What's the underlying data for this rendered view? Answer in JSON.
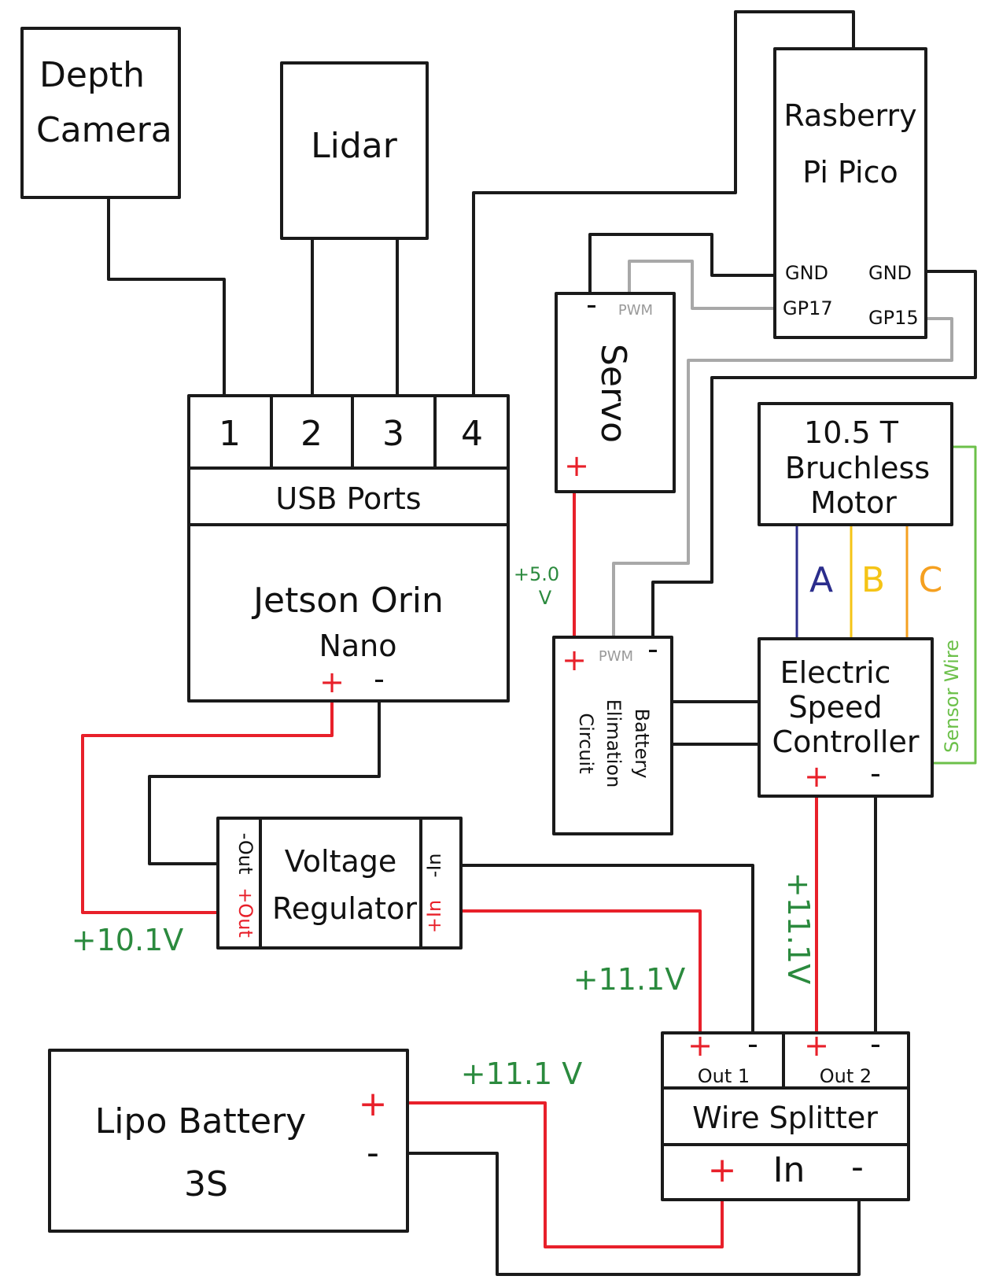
{
  "components": {
    "depth_camera": {
      "line1": "Depth",
      "line2": "Camera"
    },
    "lidar": {
      "label": "Lidar"
    },
    "pico": {
      "line1": "Rasberry",
      "line2": "Pi Pico",
      "gnd_left": "GND",
      "gnd_right": "GND",
      "gp17": "GP17",
      "gp15": "GP15"
    },
    "jetson": {
      "port1": "1",
      "port2": "2",
      "port3": "3",
      "port4": "4",
      "usb_ports": "USB Ports",
      "line1": "Jetson Orin",
      "line2": "Nano",
      "plus": "+",
      "minus": "-"
    },
    "servo": {
      "label": "Servo",
      "minus": "-",
      "pwm": "PWM",
      "plus": "+"
    },
    "motor": {
      "line1": "10.5 T",
      "line2": "Bruchless",
      "line3": "Motor",
      "phase_a": "A",
      "phase_b": "B",
      "phase_c": "C"
    },
    "bec": {
      "pwm": "PWM",
      "minus": "-",
      "plus": "+",
      "line1": "Battery",
      "line2": "Elimation",
      "line3": "Circuit"
    },
    "esc": {
      "line1": "Electric",
      "line2": "Speed",
      "line3": "Controller",
      "plus": "+",
      "minus": "-"
    },
    "regulator": {
      "line1": "Voltage",
      "line2": "Regulator",
      "out_minus": "-Out",
      "out_plus": "+Out",
      "in_minus": "-In",
      "in_plus": "+In"
    },
    "splitter": {
      "out1_plus": "+",
      "out1_minus": "-",
      "out2_plus": "+",
      "out2_minus": "-",
      "out1": "Out 1",
      "out2": "Out 2",
      "label": "Wire Splitter",
      "in_plus": "+",
      "in_label": "In",
      "in_minus": "-"
    },
    "battery": {
      "line1": "Lipo Battery",
      "line2": "3S",
      "plus": "+",
      "minus": "-"
    }
  },
  "wire_labels": {
    "servo_voltage_1": "+5.0",
    "servo_voltage_2": "V",
    "jetson_voltage": "+10.1V",
    "regulator_in_voltage": "+11.1V",
    "esc_voltage": "+11.1V",
    "battery_voltage": "+11.1 V",
    "sensor_wire": "Sensor Wire"
  },
  "colors": {
    "power_positive": "#e8202a",
    "ground": "#1a1a1a",
    "signal": "#a8a8a8",
    "sensor": "#6cc04a",
    "voltage_label": "#2b8a3e",
    "phase_a": "#2b2d8c",
    "phase_b": "#f5c416",
    "phase_c": "#f5a020"
  }
}
